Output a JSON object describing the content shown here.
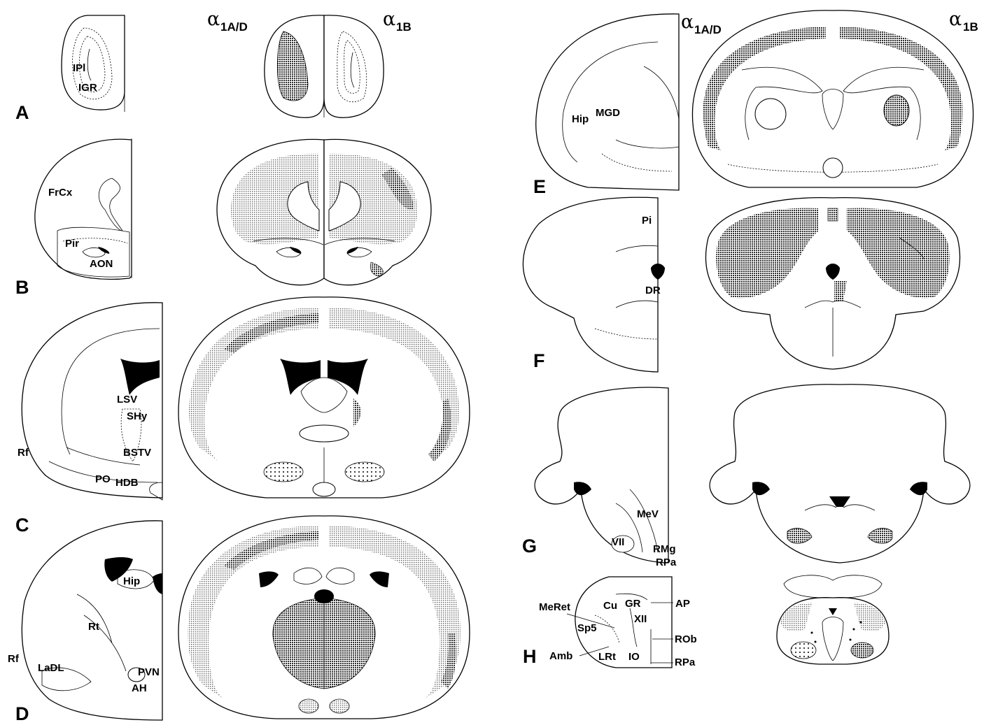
{
  "column_headers": {
    "left_pair": {
      "a1ad": {
        "alpha": "α",
        "sub": "1A/D"
      },
      "a1b": {
        "alpha": "α",
        "sub": "1B"
      }
    },
    "right_pair": {
      "a1ad": {
        "alpha": "α",
        "sub": "1A/D"
      },
      "a1b": {
        "alpha": "α",
        "sub": "1B"
      }
    }
  },
  "panels": {
    "A": {
      "letter": "A",
      "labels": [
        "IPl",
        "IGR"
      ]
    },
    "B": {
      "letter": "B",
      "labels": [
        "FrCx",
        "Pir",
        "AON"
      ]
    },
    "C": {
      "letter": "C",
      "labels": [
        "LSV",
        "SHy",
        "Rf",
        "BSTV",
        "PO",
        "HDB"
      ]
    },
    "D": {
      "letter": "D",
      "labels": [
        "Hip",
        "Rt",
        "Rf",
        "LaDL",
        "PVN",
        "AH"
      ]
    },
    "E": {
      "letter": "E",
      "labels": [
        "Hip",
        "MGD"
      ]
    },
    "F": {
      "letter": "F",
      "labels": [
        "Pi",
        "DR"
      ]
    },
    "G": {
      "letter": "G",
      "labels": [
        "MeV",
        "VII",
        "RMg",
        "RPa"
      ]
    },
    "H": {
      "letter": "H",
      "labels": [
        "MeRet",
        "Cu",
        "GR",
        "AP",
        "Sp5",
        "XII",
        "ROb",
        "Amb",
        "LRt",
        "IO",
        "RPa"
      ]
    }
  },
  "colors": {
    "ink": "#000000",
    "background": "#ffffff",
    "dense_shading": "#3a3a3a",
    "light_shading": "#a8a8a8"
  }
}
